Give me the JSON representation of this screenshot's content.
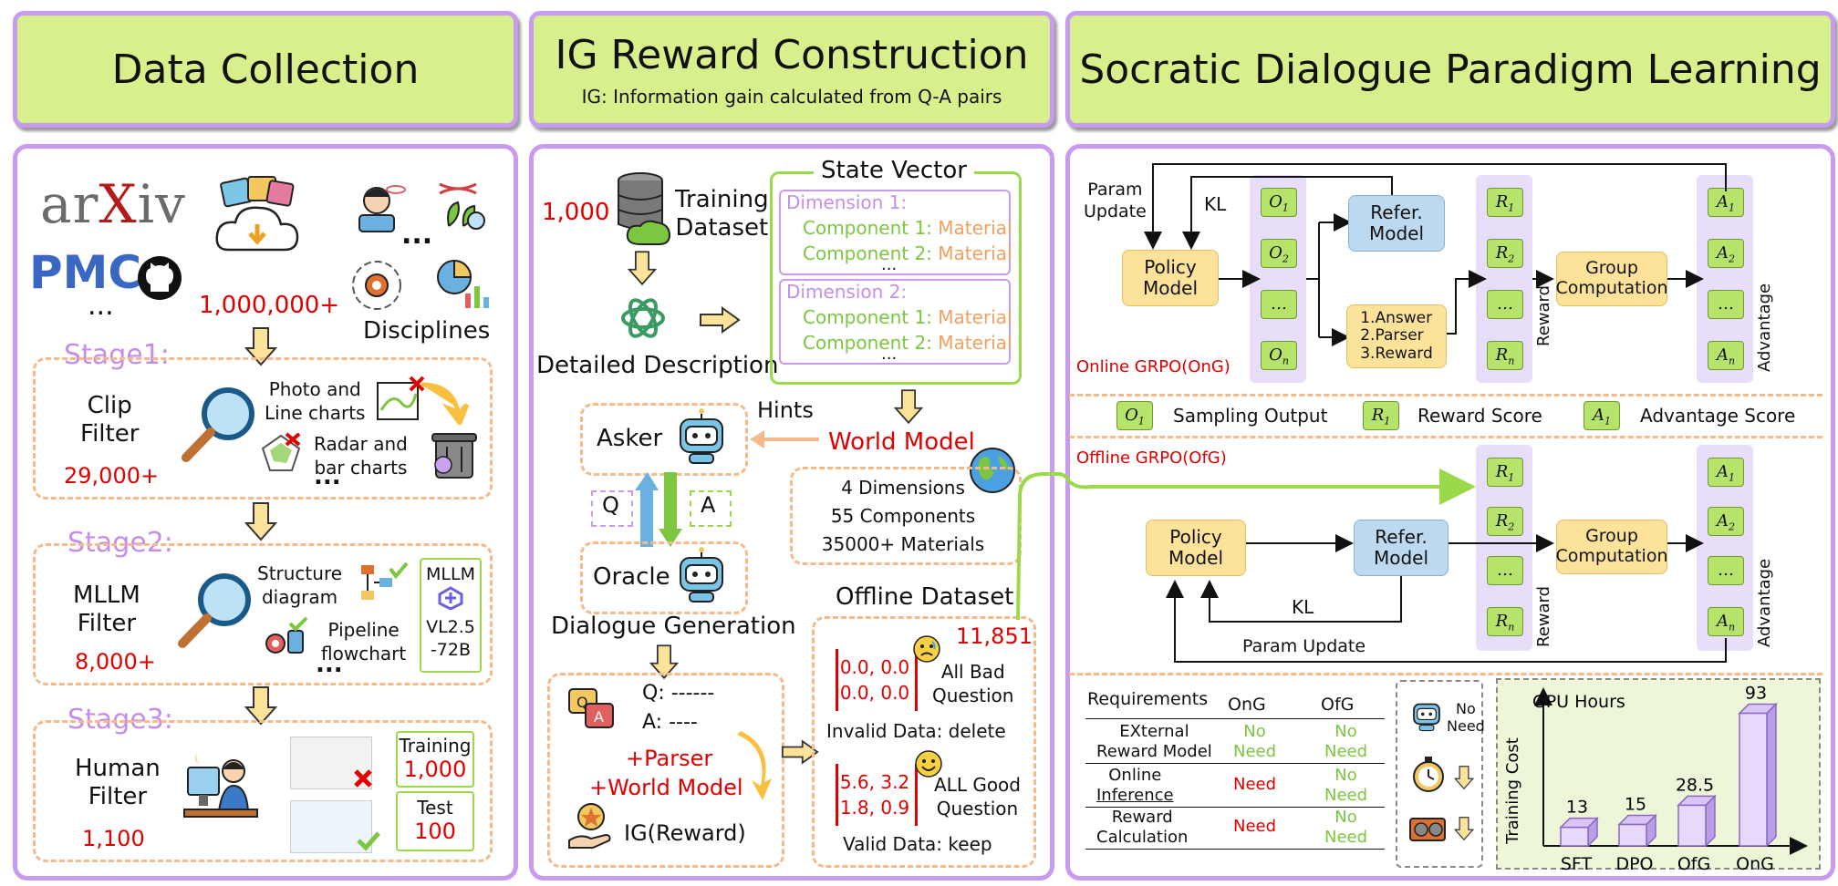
{
  "headers": {
    "data_collection": "Data Collection",
    "ig_reward": "IG Reward Construction",
    "ig_subtitle": "IG: Information gain calculated from Q-A pairs",
    "socratic": "Socratic Dialogue Paradigm Learning"
  },
  "collection": {
    "sources_more": "...",
    "count_total": "1,000,000+",
    "more_dots": "...",
    "disciplines": "Disciplines",
    "stage1": {
      "label": "Stage1:",
      "name1": "Clip",
      "name2": "Filter",
      "count": "29,000+",
      "photo1": "Photo and",
      "photo2": "Line charts",
      "radar1": "Radar and",
      "radar2": "bar charts",
      "dots": "..."
    },
    "stage2": {
      "label": "Stage2:",
      "name1": "MLLM",
      "name2": "Filter",
      "count": "8,000+",
      "struct1": "Structure",
      "struct2": "diagram",
      "pipe1": "Pipeline",
      "pipe2": "flowchart",
      "dots": "...",
      "mllm": "MLLM",
      "model1": "VL2.5",
      "model2": "-72B"
    },
    "stage3": {
      "label": "Stage3:",
      "name1": "Human",
      "name2": "Filter",
      "count": "1,100",
      "training_label": "Training",
      "training_value": "1,000",
      "test_label": "Test",
      "test_value": "100"
    }
  },
  "ig": {
    "count": "1,000",
    "dataset1": "Training",
    "dataset2": "Dataset",
    "detailed": "Detailed Description",
    "state_vector": "State Vector",
    "dim1": "Dimension 1:",
    "dim2": "Dimension 2:",
    "comp1": "Component 1:",
    "comp2": "Component 2:",
    "material": "Material",
    "dots": "...",
    "hints": "Hints",
    "world_model": "World Model",
    "asker": "Asker",
    "oracle": "Oracle",
    "q": "Q",
    "a": "A",
    "dims": "4 Dimensions",
    "comps": "55 Components",
    "mats": "35000+ Materials",
    "offline": "Offline Dataset",
    "dialogue": "Dialogue Generation",
    "q_line": "Q: ------",
    "a_line": "A: ----",
    "parser": "+Parser",
    "wm": "+World Model",
    "igr": "IG(Reward)",
    "offline_count": "11,851",
    "bad1": "0.0, 0.0",
    "bad2": "0.0, 0.0",
    "bad_q1": "All Bad",
    "bad_q2": "Question",
    "invalid": "Invalid Data: delete",
    "good1": "5.6, 3.2",
    "good2": "1.8, 0.9",
    "good_q1": "ALL Good",
    "good_q2": "Question",
    "valid": "Valid Data: keep"
  },
  "grpo": {
    "param_update1": "Param",
    "param_update2": "Update",
    "kl": "KL",
    "policy1": "Policy",
    "policy2": "Model",
    "refer1": "Refer.",
    "refer2": "Model",
    "steps1": "1.Answer",
    "steps2": "2.Parser",
    "steps3": "3.Reward",
    "group1": "Group",
    "group2": "Computation",
    "reward": "Reward",
    "advantage": "Advantage",
    "online": "Online GRPO(OnG)",
    "offline": "Offline GRPO(OfG)",
    "param_update": "Param Update",
    "sampling": "Sampling Output",
    "reward_score": "Reward Score",
    "advantage_score": "Advantage Score",
    "o_labels": [
      "O",
      "O",
      "…",
      "O"
    ],
    "o_subs": [
      "1",
      "2",
      "",
      "n"
    ],
    "r_labels": [
      "R",
      "R",
      "…",
      "R"
    ],
    "r_subs": [
      "1",
      "2",
      "",
      "n"
    ],
    "a_labels": [
      "A",
      "A",
      "…",
      "A"
    ],
    "a_subs": [
      "1",
      "2",
      "",
      "n"
    ]
  },
  "table": {
    "requirements": "Requirements",
    "ong": "OnG",
    "ofg": "OfG",
    "rows": [
      {
        "name1": "EXternal",
        "name2": "Reward Model",
        "ong1": "No",
        "ong2": "Need",
        "ofg1": "No",
        "ofg2": "Need"
      },
      {
        "name1": "Online",
        "name2": "Inference",
        "ong1": "Need",
        "ong2": "",
        "ofg1": "No",
        "ofg2": "Need"
      },
      {
        "name1": "Reward",
        "name2": "Calculation",
        "ong1": "Need",
        "ong2": "",
        "ofg1": "No",
        "ofg2": "Need"
      }
    ],
    "no_need1": "No",
    "no_need2": "Need"
  },
  "chart_data": {
    "type": "bar",
    "title": "GPU Hours",
    "ylabel": "Training Cost",
    "categories": [
      "SFT",
      "DPO",
      "OfG",
      "OnG"
    ],
    "values": [
      13,
      15,
      28.5,
      93
    ],
    "value_labels": [
      "13",
      "15",
      "28.5",
      "93"
    ],
    "ylim": [
      0,
      100
    ]
  },
  "colors": {
    "purple_border": "#c89af0",
    "header_green": "#d8f08c",
    "dash_orange": "#f5b98a",
    "red": "#e00000"
  }
}
